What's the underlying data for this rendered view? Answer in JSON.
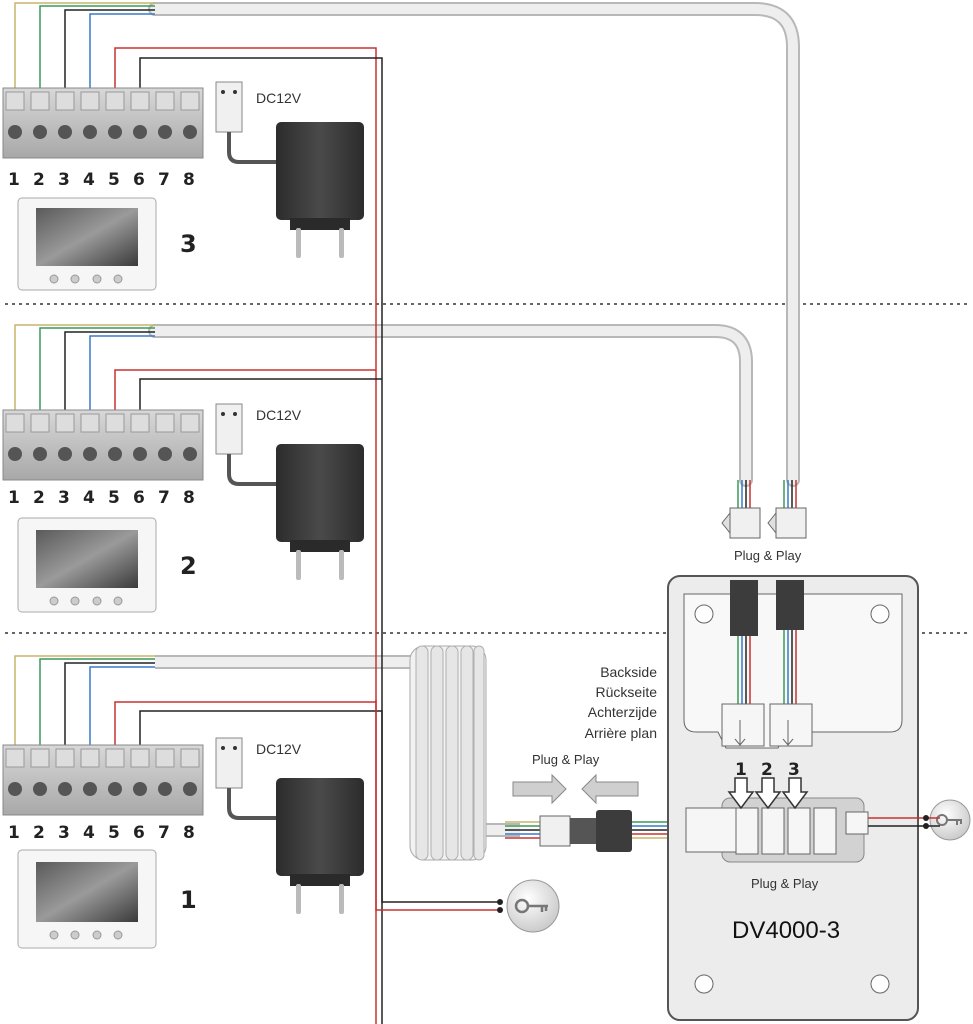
{
  "monitors": [
    {
      "number": "3",
      "power_label": "DC12V",
      "terminals": [
        "1",
        "2",
        "3",
        "4",
        "5",
        "6",
        "7",
        "8"
      ]
    },
    {
      "number": "2",
      "power_label": "DC12V",
      "terminals": [
        "1",
        "2",
        "3",
        "4",
        "5",
        "6",
        "7",
        "8"
      ]
    },
    {
      "number": "1",
      "power_label": "DC12V",
      "terminals": [
        "1",
        "2",
        "3",
        "4",
        "5",
        "6",
        "7",
        "8"
      ]
    }
  ],
  "labels": {
    "plug_play_top": "Plug & Play",
    "plug_play_arrows": "Plug & Play",
    "plug_play_box": "Plug & Play",
    "backside": [
      "Backside",
      "Rückseite",
      "Achterzijde",
      "Arrière plan"
    ],
    "model": "DV4000-3",
    "ports": [
      "1",
      "2",
      "3"
    ]
  },
  "colors": {
    "wire_yellow": "#c8b46a",
    "wire_green": "#3a9a5a",
    "wire_black": "#222222",
    "wire_blue": "#3a7ac8",
    "wire_red": "#c83232",
    "cable": "#e2e2e2",
    "adapter": "#3c3c3c",
    "panel": "#ececec"
  },
  "icons": [
    "key-icon",
    "key-icon"
  ]
}
